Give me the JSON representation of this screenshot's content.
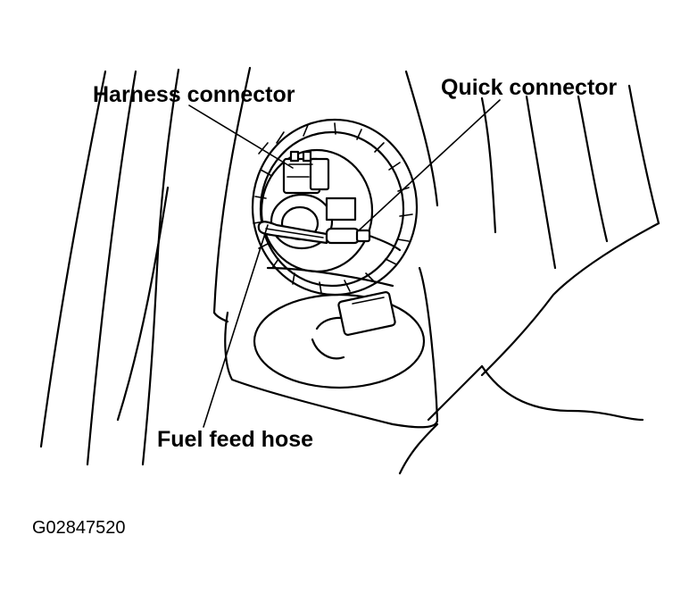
{
  "labels": {
    "harness_connector": "Harness connector",
    "quick_connector": "Quick connector",
    "fuel_feed_hose": "Fuel feed hose",
    "figure_code": "G02847520"
  }
}
